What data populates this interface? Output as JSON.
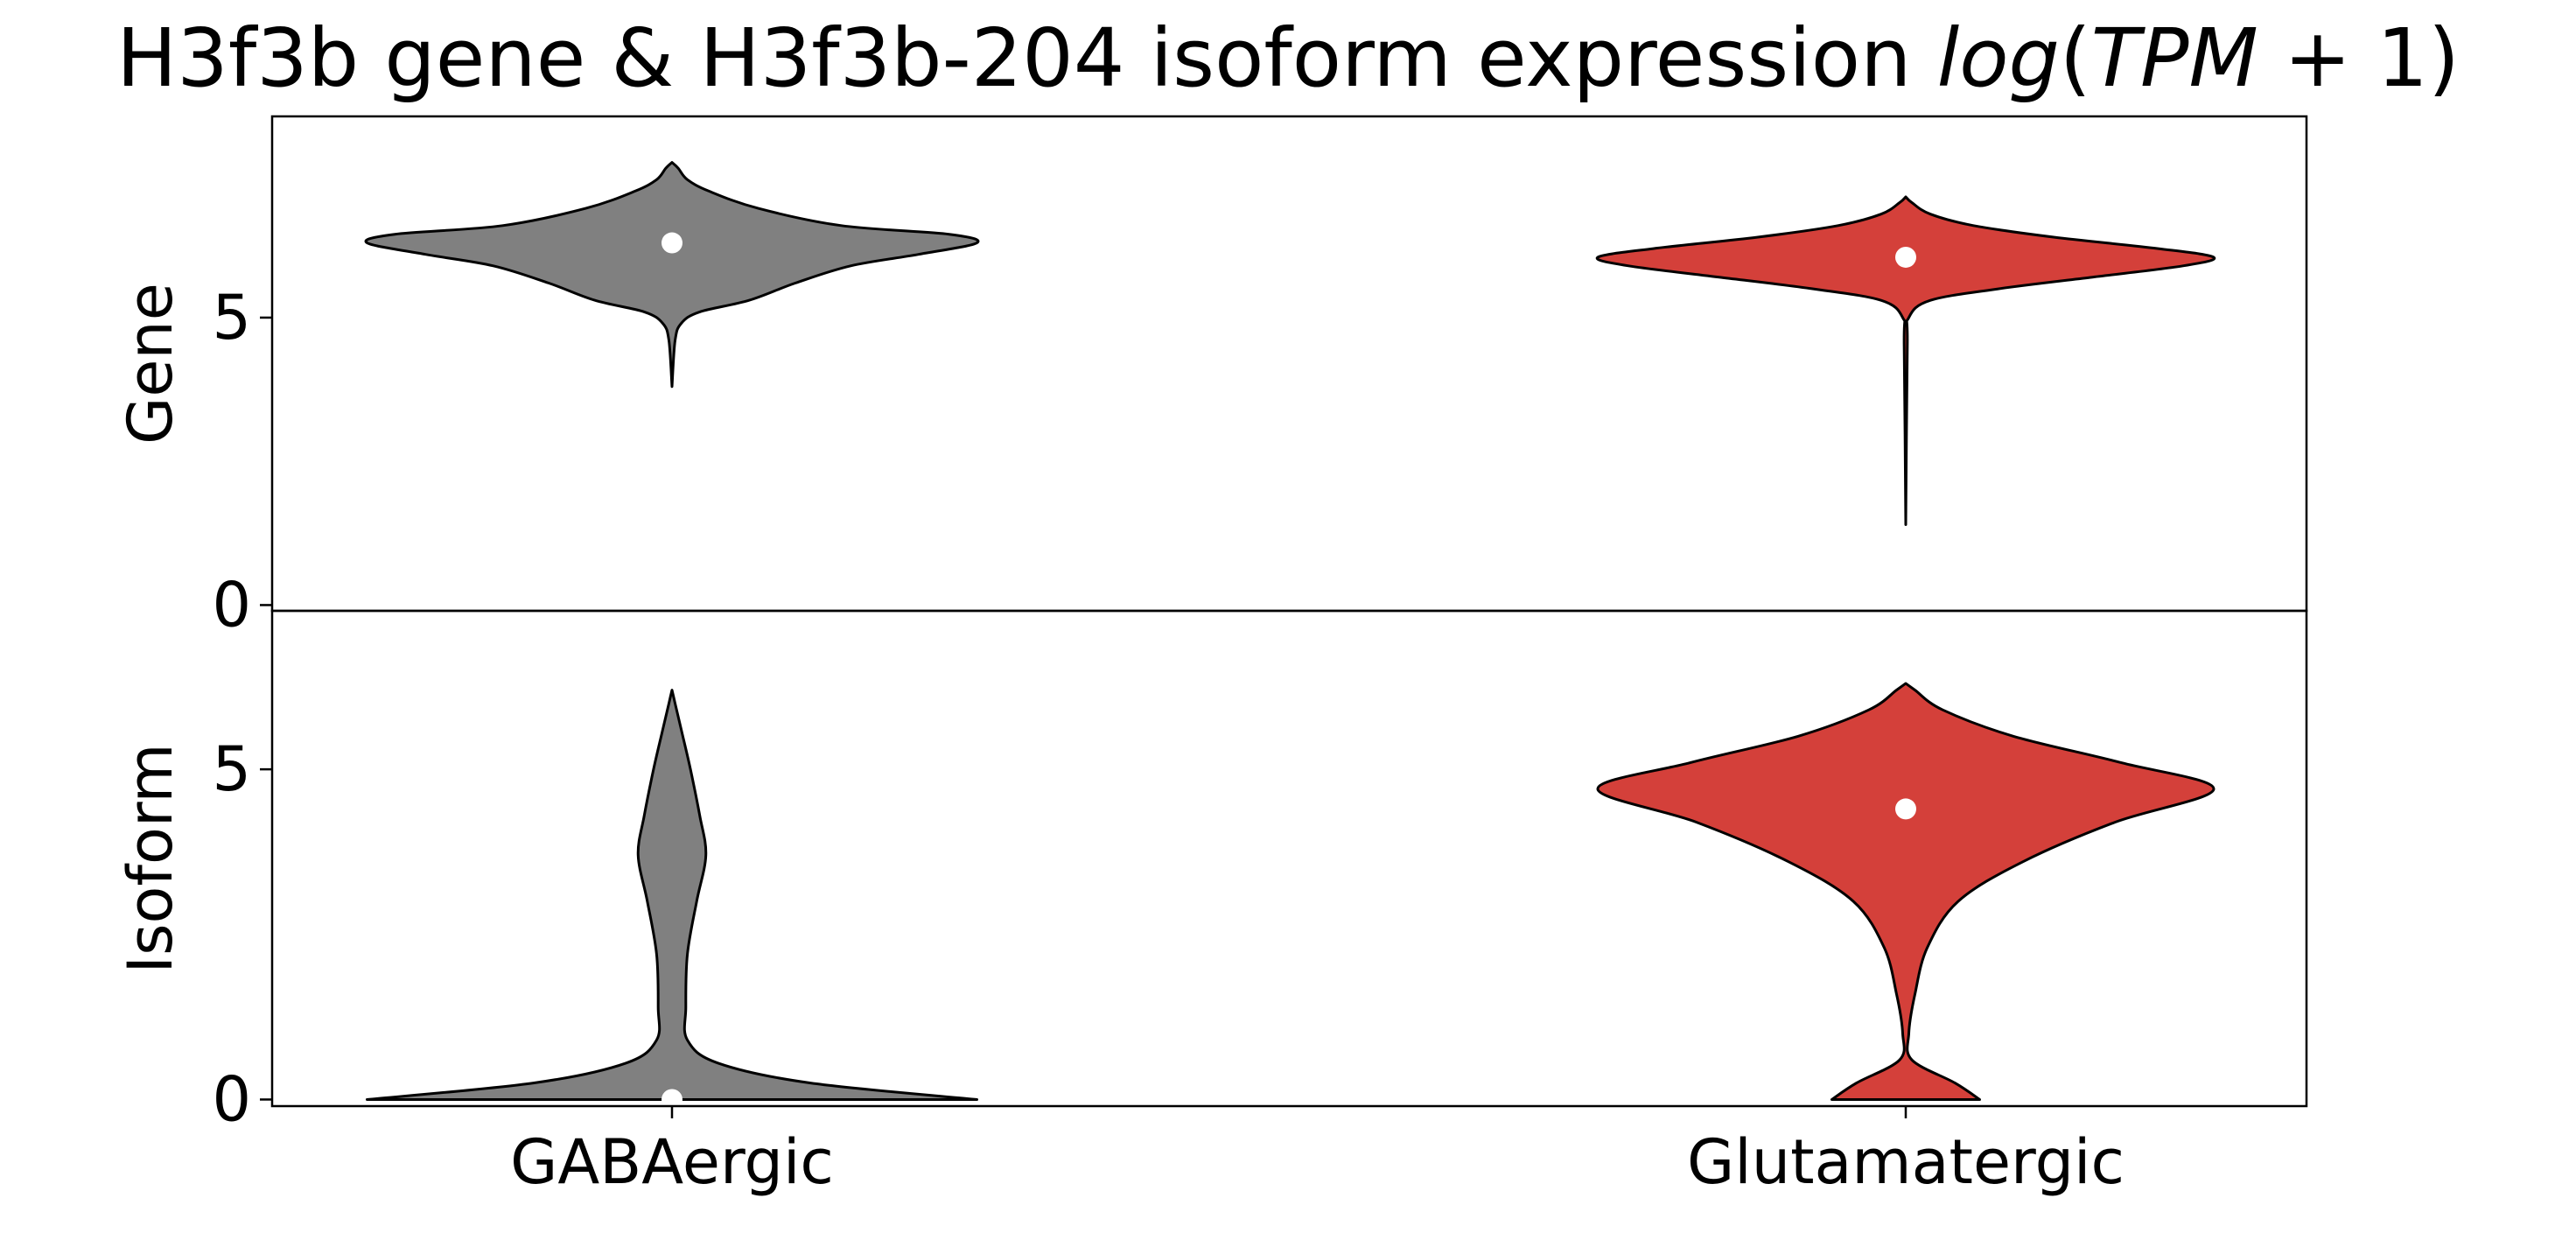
{
  "chart_data": {
    "type": "violin",
    "title": {
      "prefix": "H3f3b gene & H3f3b-204 isoform expression ",
      "func": "log",
      "open": "(",
      "var": "TPM",
      "rest": " + 1)"
    },
    "categories": [
      "GABAergic",
      "Glutamatergic"
    ],
    "colors": {
      "GABAergic": "#808080",
      "Glutamatergic": "#D4403A",
      "median_marker": "#ffffff",
      "outline": "#000000"
    },
    "grid": false,
    "panels": [
      {
        "ylabel": "Gene",
        "yticks": [
          0,
          5
        ],
        "ylim": [
          -0.1,
          8.5
        ],
        "violins": [
          {
            "category": "GABAergic",
            "median": 6.3,
            "range": [
              3.8,
              7.7
            ],
            "density": [
              [
                3.8,
                0.0
              ],
              [
                4.6,
                0.01
              ],
              [
                4.9,
                0.03
              ],
              [
                5.1,
                0.09
              ],
              [
                5.3,
                0.25
              ],
              [
                5.6,
                0.4
              ],
              [
                5.9,
                0.58
              ],
              [
                6.1,
                0.8
              ],
              [
                6.3,
                0.99
              ],
              [
                6.45,
                0.9
              ],
              [
                6.6,
                0.55
              ],
              [
                6.9,
                0.28
              ],
              [
                7.2,
                0.12
              ],
              [
                7.4,
                0.05
              ],
              [
                7.6,
                0.02
              ],
              [
                7.7,
                0.0
              ]
            ]
          },
          {
            "category": "Glutamatergic",
            "median": 6.05,
            "range": [
              1.4,
              7.1
            ],
            "density": [
              [
                1.4,
                0.0
              ],
              [
                4.5,
                0.005
              ],
              [
                5.0,
                0.01
              ],
              [
                5.3,
                0.08
              ],
              [
                5.5,
                0.3
              ],
              [
                5.7,
                0.6
              ],
              [
                5.9,
                0.9
              ],
              [
                6.05,
                1.0
              ],
              [
                6.2,
                0.82
              ],
              [
                6.4,
                0.48
              ],
              [
                6.6,
                0.22
              ],
              [
                6.8,
                0.08
              ],
              [
                7.0,
                0.02
              ],
              [
                7.1,
                0.0
              ]
            ]
          }
        ]
      },
      {
        "ylabel": "Isoform",
        "yticks": [
          0,
          5
        ],
        "ylim": [
          -0.1,
          7.4
        ],
        "violins": [
          {
            "category": "GABAergic",
            "median": 0.0,
            "range": [
              0.0,
              6.2
            ],
            "density": [
              [
                0.0,
                0.99
              ],
              [
                0.25,
                0.45
              ],
              [
                0.55,
                0.15
              ],
              [
                0.9,
                0.05
              ],
              [
                1.4,
                0.045
              ],
              [
                2.2,
                0.05
              ],
              [
                3.0,
                0.08
              ],
              [
                3.7,
                0.11
              ],
              [
                4.3,
                0.09
              ],
              [
                5.0,
                0.06
              ],
              [
                5.6,
                0.03
              ],
              [
                6.0,
                0.01
              ],
              [
                6.2,
                0.0
              ]
            ]
          },
          {
            "category": "Glutamatergic",
            "median": 4.4,
            "range": [
              0.0,
              6.3
            ],
            "density": [
              [
                0.0,
                0.24
              ],
              [
                0.25,
                0.16
              ],
              [
                0.6,
                0.02
              ],
              [
                1.0,
                0.01
              ],
              [
                1.6,
                0.03
              ],
              [
                2.3,
                0.07
              ],
              [
                3.0,
                0.17
              ],
              [
                3.6,
                0.38
              ],
              [
                4.2,
                0.68
              ],
              [
                4.7,
                1.0
              ],
              [
                5.1,
                0.7
              ],
              [
                5.5,
                0.35
              ],
              [
                5.9,
                0.12
              ],
              [
                6.2,
                0.03
              ],
              [
                6.3,
                0.0
              ]
            ]
          }
        ]
      }
    ]
  }
}
